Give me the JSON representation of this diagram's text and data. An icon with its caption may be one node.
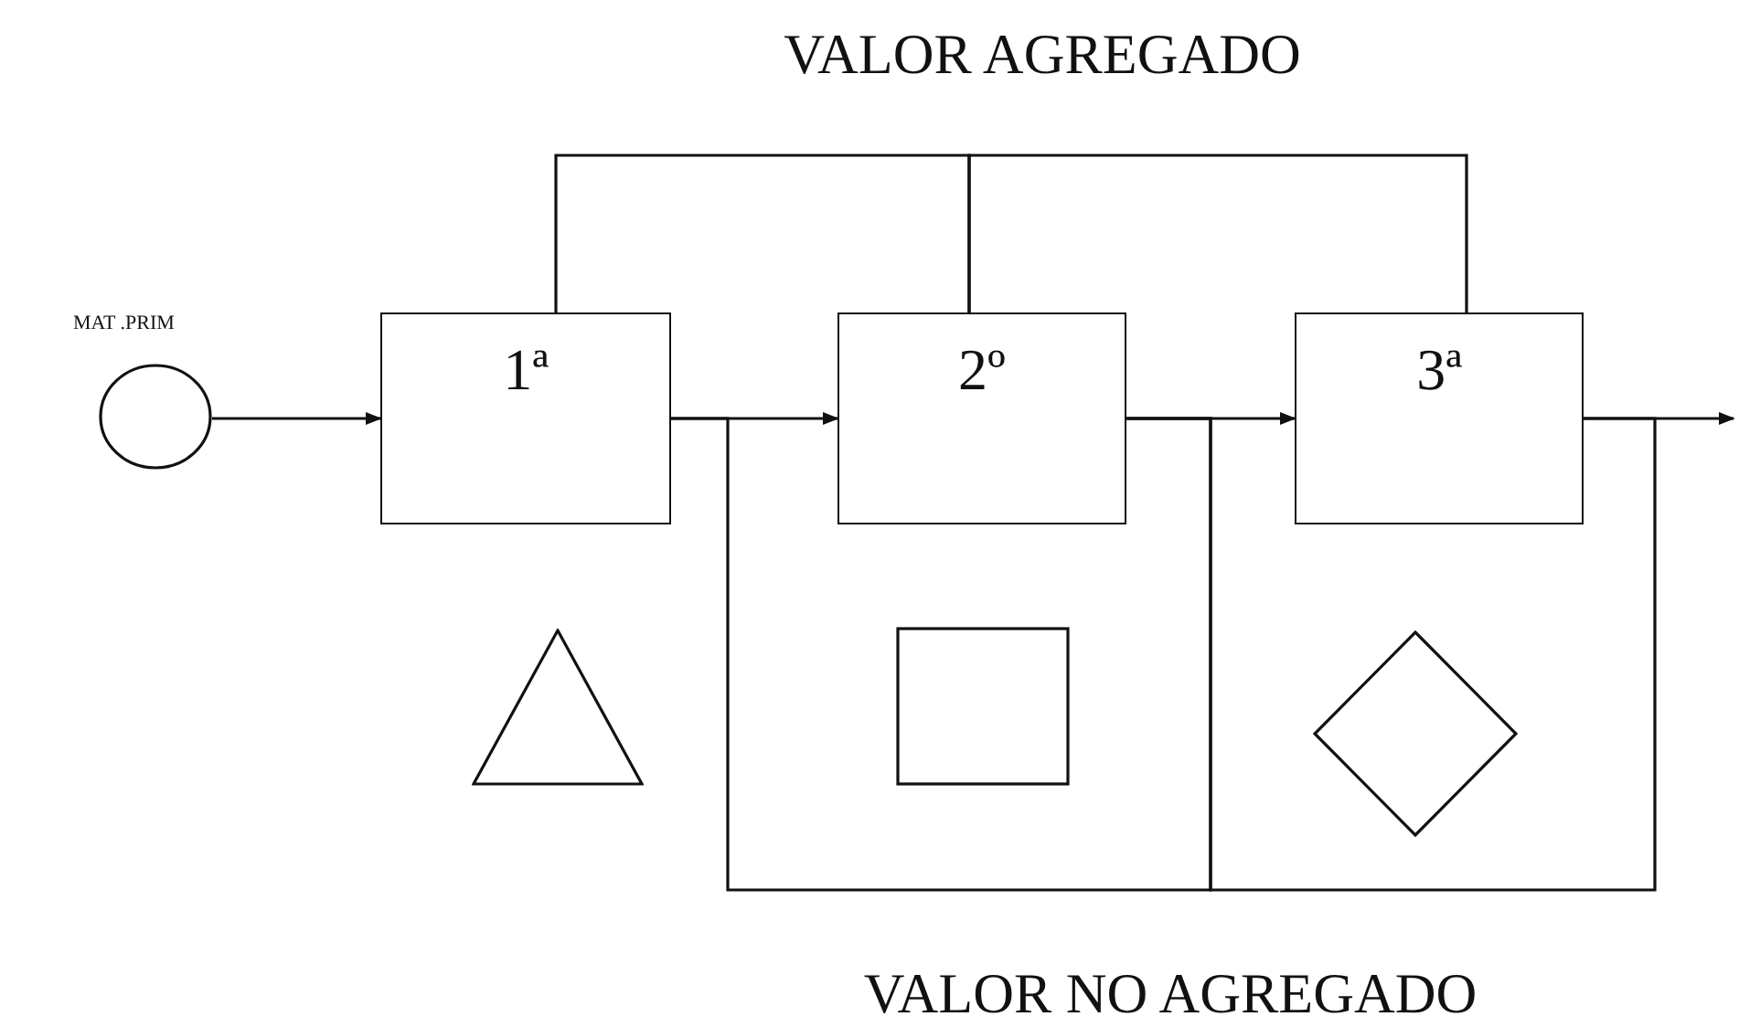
{
  "diagram": {
    "nodes": [
      {
        "text": [],
        "shape": "circle",
        "beside": [
          "MAT .PRIM"
        ]
      },
      {
        "text": [
          "1ª"
        ]
      },
      {
        "text": [
          "2º"
        ]
      },
      {
        "text": [
          "3ª"
        ]
      },
      {
        "text": [],
        "shape": "triangle"
      },
      {
        "text": [],
        "shape": "box"
      },
      {
        "text": [],
        "shape": "diamond"
      }
    ],
    "edges": [
      {
        "from": 0,
        "to": 1,
        "arrow": "to"
      },
      {
        "from": 1,
        "to": 2,
        "arrow": "to"
      },
      {
        "from": 2,
        "to": 3,
        "arrow": "to"
      },
      {
        "from": 3,
        "to": null,
        "arrow": "to"
      },
      {
        "from": 1,
        "to": 2,
        "arrow": "none"
      },
      {
        "from": 2,
        "to": 3,
        "arrow": "none"
      },
      {
        "from": 1,
        "to": 2,
        "arrow": "none"
      },
      {
        "from": 2,
        "to": 3,
        "arrow": "none"
      }
    ],
    "labels": [
      "VALOR AGREGADO",
      "VALOR NO AGREGADO"
    ]
  }
}
